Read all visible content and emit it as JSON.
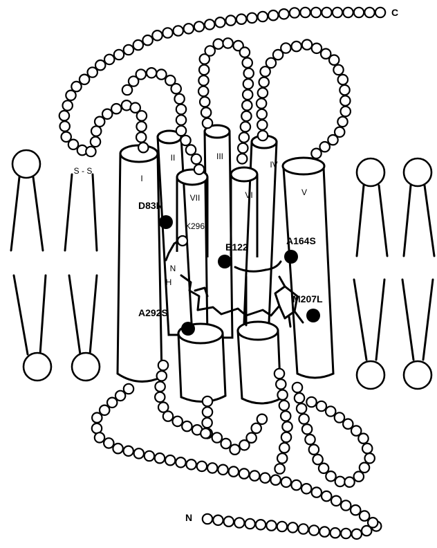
{
  "termini": {
    "c": "C",
    "n": "N"
  },
  "disulfide": "S - S",
  "helices": [
    "I",
    "II",
    "III",
    "IV",
    "V",
    "VI",
    "VII"
  ],
  "residues": {
    "k296": "K296",
    "nh_n": "N",
    "nh_h": "H"
  },
  "mutations": [
    "D83N",
    "E122",
    "A164S",
    "M207L",
    "A292S"
  ]
}
